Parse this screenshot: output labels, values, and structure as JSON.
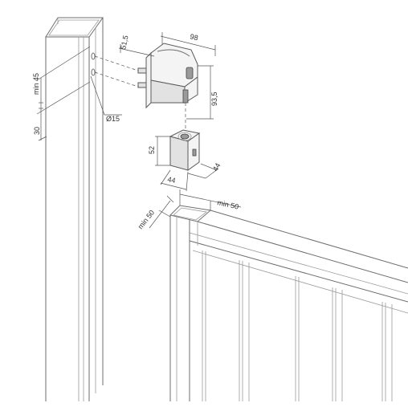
{
  "dimensions": {
    "min45": "min 45",
    "d30": "30",
    "hole": "Ø15",
    "w515": "51,5",
    "w98": "98",
    "h935": "93,5",
    "h52": "52",
    "w44a": "44",
    "w44b": "44",
    "min50a": "min 50",
    "min50b": "min 50"
  },
  "colors": {
    "line": "#6e6e6e",
    "hardware": "#f4f4f4"
  }
}
